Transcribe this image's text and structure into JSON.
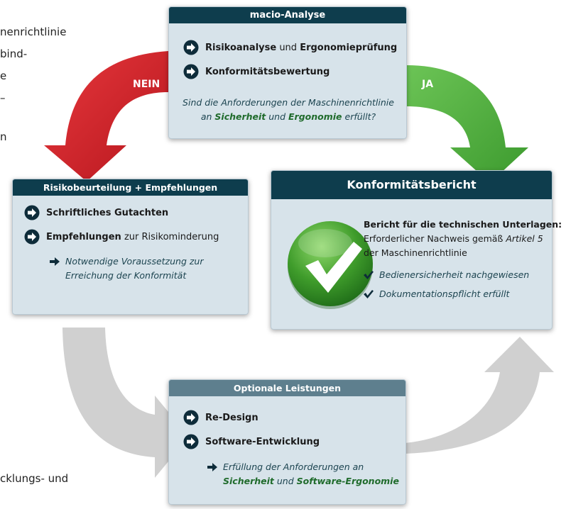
{
  "background_text": [
    "nenrichtlinie",
    "bind-",
    "e",
    "–",
    "n",
    "cklungs- und"
  ],
  "arrows": {
    "no_label": "NEIN",
    "yes_label": "JA"
  },
  "analysis": {
    "title": "macio-Analyse",
    "item1_bold": "Risikoanalyse",
    "item1_mid": " und ",
    "item1_bold2": "Ergonomieprüfung",
    "item2_bold": "Konformitätsbewertung",
    "question_pre": "Sind die Anforderungen der Maschinenrichtlinie an ",
    "question_em1": "Sicherheit",
    "question_mid": " und ",
    "question_em2": "Ergonomie",
    "question_post": " erfüllt?"
  },
  "risk": {
    "title": "Risikobeurteilung + Empfehlungen",
    "item1_bold": "Schriftliches Gutachten",
    "item2_bold": "Empfehlungen",
    "item2_rest": " zur Risikominderung",
    "note": "Notwendige Voraussetzung zur Erreichung der Konformität"
  },
  "report": {
    "title": "Konformitätsbericht",
    "heading": "Bericht für die technischen Unterlagen:",
    "line1_pre": "Erforderlicher Nachweis gemäß ",
    "line1_em": "Artikel 5",
    "line2": "der Maschinenrichtlinie",
    "check1": "Bedienersicherheit nachgewiesen",
    "check2": "Dokumentationspflicht erfüllt"
  },
  "optional": {
    "title": "Optionale Leistungen",
    "item1_bold": "Re-Design",
    "item2_bold": "Software-Entwicklung",
    "note_pre": "Erfüllung der Anforderungen an",
    "note_em1": "Sicherheit",
    "note_mid": " und ",
    "note_em2": "Software-Ergonomie"
  },
  "colors": {
    "header_dark": "#0e3d4d",
    "header_light": "#5e7f8e",
    "box_bg": "#d7e3ea",
    "arrow_red": "#d21f26",
    "arrow_green": "#4caf3a",
    "arrow_gray": "#cfcfcf",
    "emphasis_green": "#1f6b2b"
  },
  "icons": {
    "bullet": "circle-arrow-right-icon",
    "sub_bullet": "arrow-right-icon",
    "check": "checkmark-icon",
    "badge": "green-checkmark-badge-icon"
  }
}
